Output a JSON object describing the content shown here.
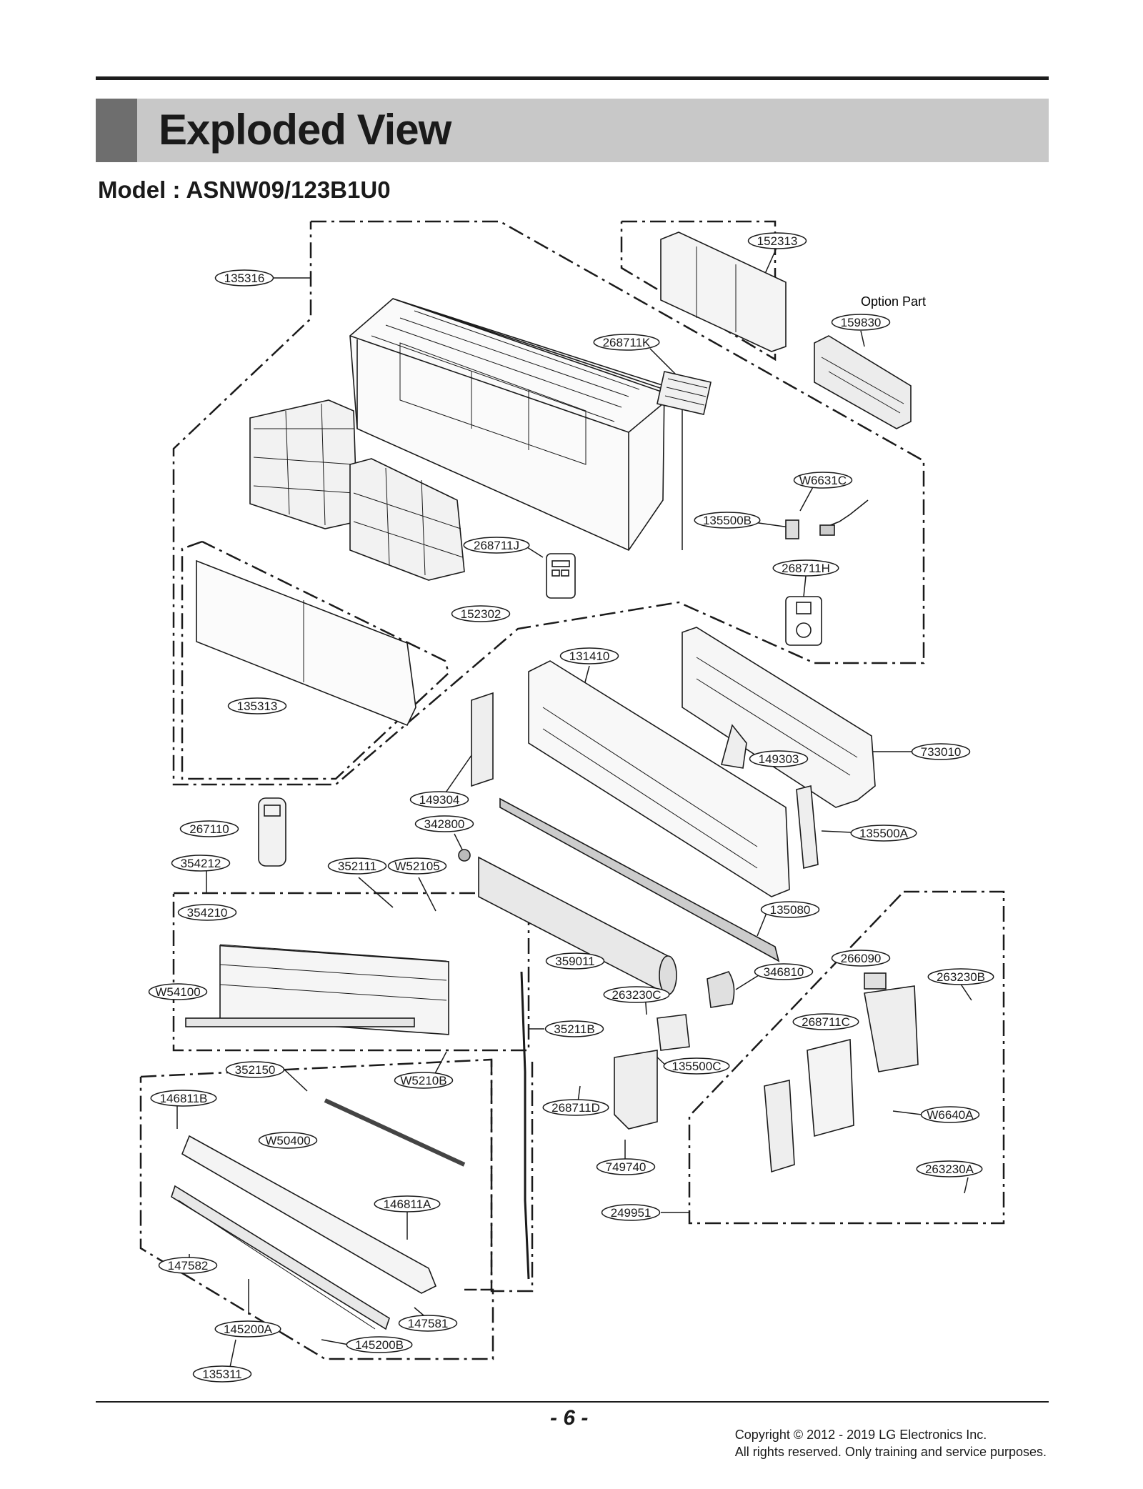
{
  "header": {
    "title": "Exploded View",
    "model": "Model : ASNW09/123B1U0"
  },
  "notes": {
    "option_part": "Option Part"
  },
  "parts": [
    {
      "id": "p152313",
      "label": "152313"
    },
    {
      "id": "p135316",
      "label": "135316"
    },
    {
      "id": "p159830",
      "label": "159830"
    },
    {
      "id": "p268711K",
      "label": "268711K"
    },
    {
      "id": "pW6631C",
      "label": "W6631C"
    },
    {
      "id": "p135500B",
      "label": "135500B"
    },
    {
      "id": "p268711J",
      "label": "268711J"
    },
    {
      "id": "p268711H",
      "label": "268711H"
    },
    {
      "id": "p152302",
      "label": "152302"
    },
    {
      "id": "p131410",
      "label": "131410"
    },
    {
      "id": "p135313",
      "label": "135313"
    },
    {
      "id": "p149303",
      "label": "149303"
    },
    {
      "id": "p733010",
      "label": "733010"
    },
    {
      "id": "p149304",
      "label": "149304"
    },
    {
      "id": "p342800",
      "label": "342800"
    },
    {
      "id": "p267110",
      "label": "267110"
    },
    {
      "id": "p135500A",
      "label": "135500A"
    },
    {
      "id": "p354212",
      "label": "354212"
    },
    {
      "id": "p352111",
      "label": "352111"
    },
    {
      "id": "pW52105",
      "label": "W52105"
    },
    {
      "id": "p354210",
      "label": "354210"
    },
    {
      "id": "p135080",
      "label": "135080"
    },
    {
      "id": "p359011",
      "label": "359011"
    },
    {
      "id": "p266090",
      "label": "266090"
    },
    {
      "id": "p346810",
      "label": "346810"
    },
    {
      "id": "p263230B",
      "label": "263230B"
    },
    {
      "id": "pW54100",
      "label": "W54100"
    },
    {
      "id": "p263230C",
      "label": "263230C"
    },
    {
      "id": "p268711C",
      "label": "268711C"
    },
    {
      "id": "p35211B",
      "label": "35211B"
    },
    {
      "id": "p352150",
      "label": "352150"
    },
    {
      "id": "p135500C",
      "label": "135500C"
    },
    {
      "id": "pW5210B",
      "label": "W5210B"
    },
    {
      "id": "p146811B",
      "label": "146811B"
    },
    {
      "id": "p268711D",
      "label": "268711D"
    },
    {
      "id": "pW6640A",
      "label": "W6640A"
    },
    {
      "id": "pW50400",
      "label": "W50400"
    },
    {
      "id": "p749740",
      "label": "749740"
    },
    {
      "id": "p263230A",
      "label": "263230A"
    },
    {
      "id": "p146811A",
      "label": "146811A"
    },
    {
      "id": "p249951",
      "label": "249951"
    },
    {
      "id": "p147582",
      "label": "147582"
    },
    {
      "id": "p145200A",
      "label": "145200A"
    },
    {
      "id": "p147581",
      "label": "147581"
    },
    {
      "id": "p145200B",
      "label": "145200B"
    },
    {
      "id": "p135311",
      "label": "135311"
    }
  ],
  "footer": {
    "page": "- 6 -",
    "copyright_line1": "Copyright © 2012 - 2019 LG Electronics Inc.",
    "copyright_line2": "All rights reserved. Only training and service purposes."
  }
}
